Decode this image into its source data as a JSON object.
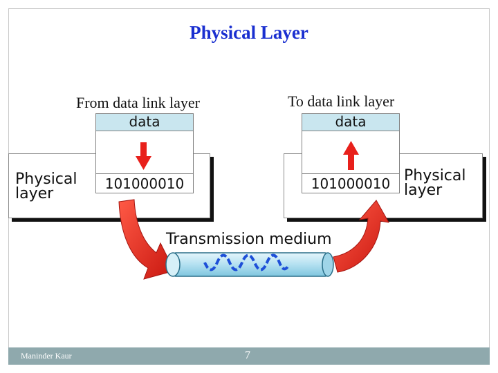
{
  "title": "Physical Layer",
  "sender": {
    "caption": "From data link layer",
    "data_label": "data",
    "bits": "101000010",
    "layer_label": [
      "Physical",
      "layer"
    ]
  },
  "receiver": {
    "caption": "To data link layer",
    "data_label": "data",
    "bits": "101000010",
    "layer_label": [
      "Physical",
      "layer"
    ]
  },
  "medium": {
    "label": "Transmission medium"
  },
  "footer": {
    "author": "Maninder Kaur",
    "page": "7"
  },
  "colors": {
    "title": "#1a2fd0",
    "arrow": "#e8201b",
    "data_header": "#c9e6ef",
    "medium_tube": "#b9e3f2",
    "signal_wave": "#1d4fd8",
    "footer_bar": "#8fa9ad"
  },
  "icons": {
    "down_arrow": "red-down-arrow-icon",
    "up_arrow": "red-up-arrow-icon",
    "send_curve": "curved-arrow-down-right-icon",
    "receive_curve": "curved-arrow-up-right-icon"
  }
}
